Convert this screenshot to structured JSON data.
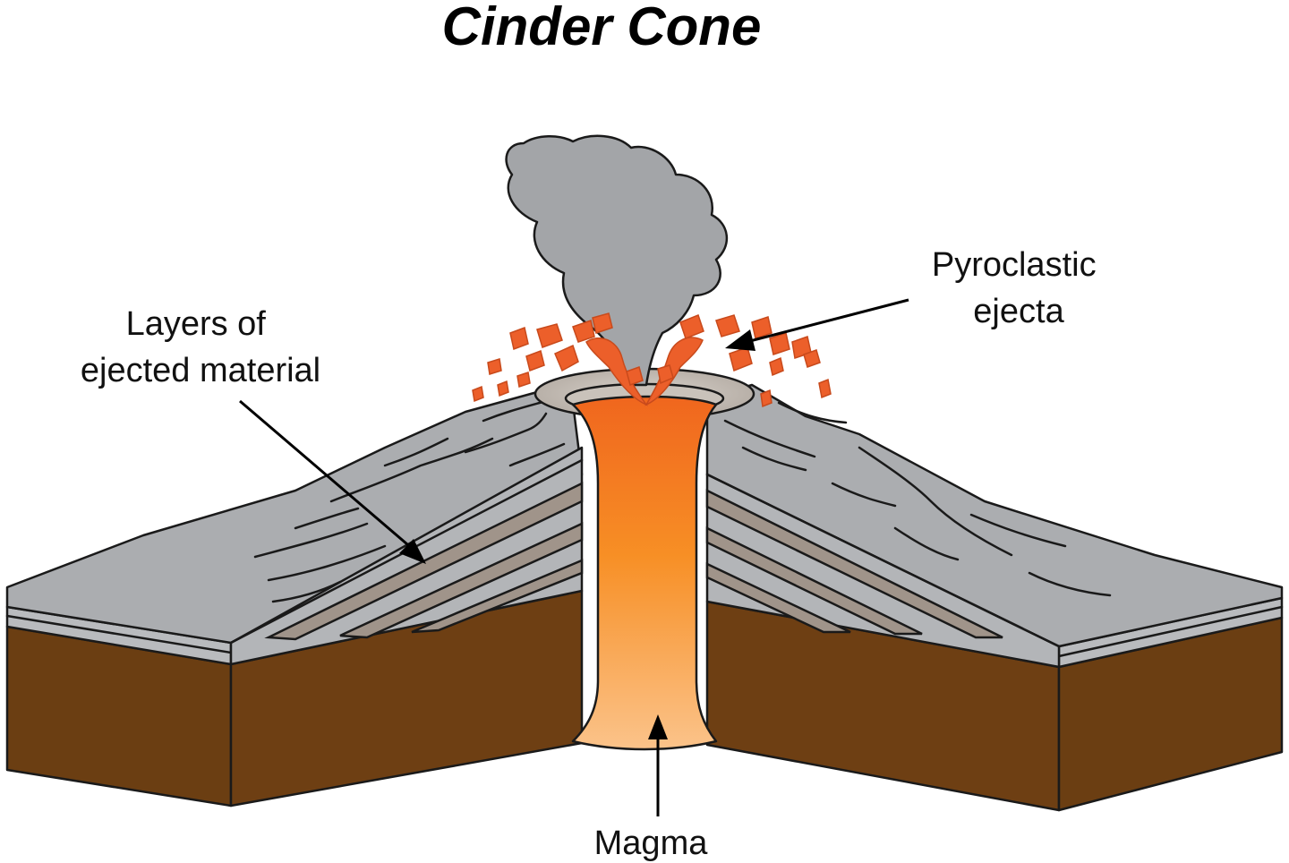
{
  "title": "Cinder Cone",
  "labels": {
    "layers": [
      "Layers of",
      "ejected material"
    ],
    "pyroclastic": [
      "Pyroclastic",
      "ejecta"
    ],
    "magma": "Magma"
  },
  "colors": {
    "ground_brown": "#6b3e12",
    "ground_top_gray": "#b5b7ba",
    "cone_gray": "#a9abae",
    "layer_tan": "#a0948a",
    "smoke_gray": "#a3a5a8",
    "magma_top": "#f0661e",
    "magma_mid": "#f78f25",
    "magma_bottom": "#fbbf82",
    "ejecta_orange": "#ec5f2a"
  }
}
